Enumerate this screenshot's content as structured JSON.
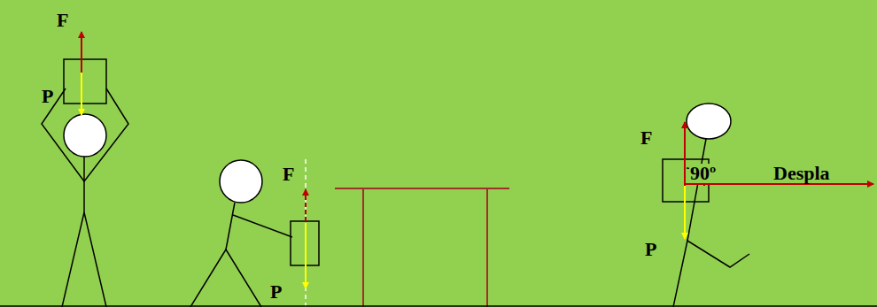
{
  "diagram": {
    "labels": [
      "F",
      "P",
      "F",
      "P",
      "F",
      "90º",
      "Despla",
      "P"
    ]
  }
}
